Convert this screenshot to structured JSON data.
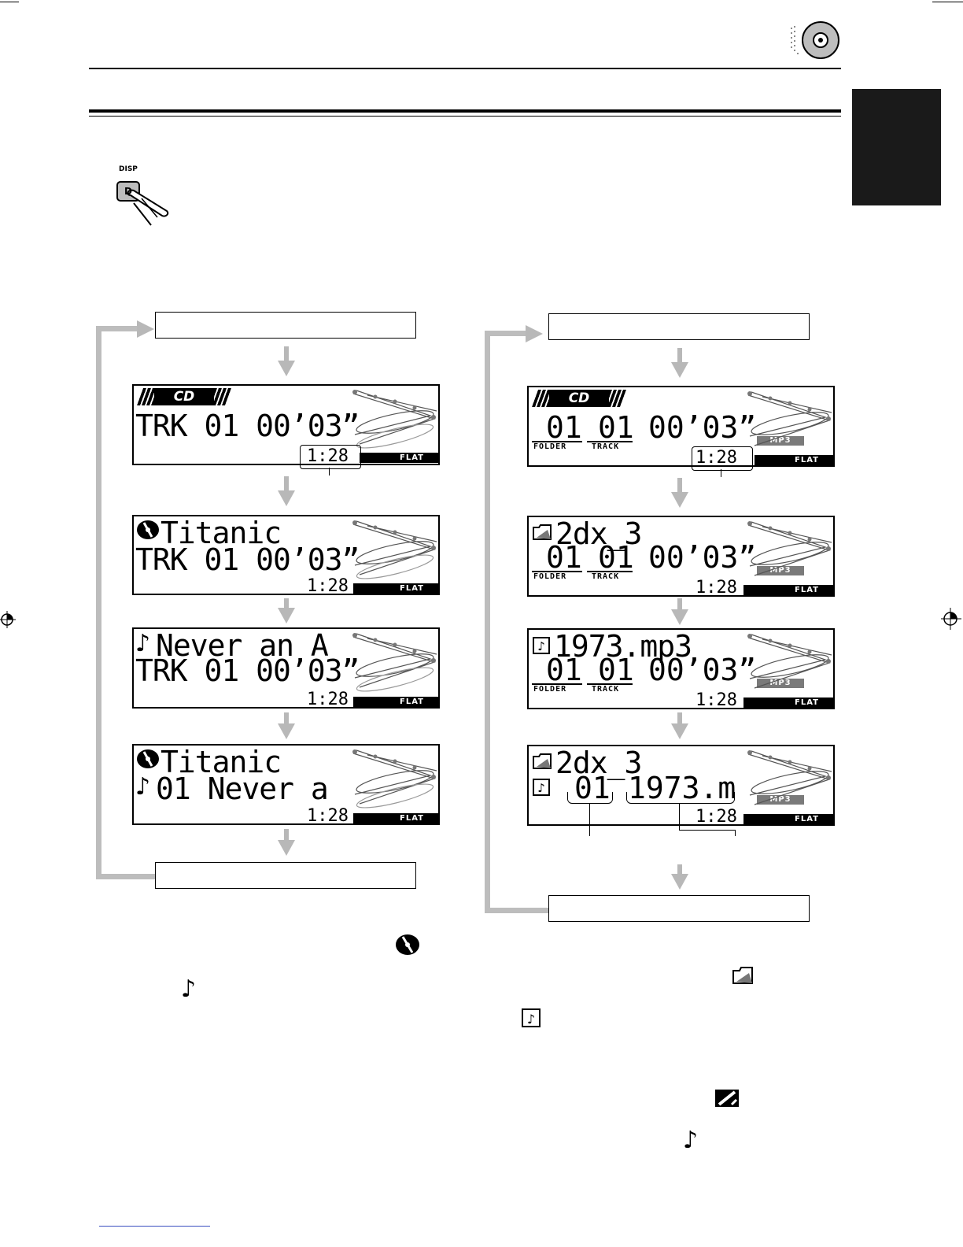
{
  "page": {
    "disp_button_label": "DISP",
    "disp_key": "D"
  },
  "cd_flow": {
    "display1": {
      "logo": "CD",
      "line1": "TRK 01 00’03”",
      "time": "1:28",
      "eq": "FLAT"
    },
    "display2": {
      "line1": "Titanic",
      "line2": "TRK 01 00’03”",
      "time": "1:28",
      "eq": "FLAT"
    },
    "display3": {
      "line1": "Never an A",
      "line2": "TRK 01 00’03”",
      "time": "1:28",
      "eq": "FLAT"
    },
    "display4": {
      "line1": "Titanic",
      "line2": "01 Never a",
      "time": "1:28",
      "eq": "FLAT"
    }
  },
  "mp3_flow": {
    "display1": {
      "logo": "CD",
      "folder_no": "01",
      "track_no": "01",
      "elapsed": "00’03”",
      "folder_label": "FOLDER",
      "track_label": "TRACK",
      "format": "MP3",
      "time": "1:28",
      "eq": "FLAT"
    },
    "display2": {
      "line1": "2dx_3",
      "folder_no": "01",
      "track_no": "01",
      "elapsed": "00’03”",
      "folder_label": "FOLDER",
      "track_label": "TRACK",
      "format": "MP3",
      "time": "1:28",
      "eq": "FLAT"
    },
    "display3": {
      "line1": "1973.mp3",
      "folder_no": "01",
      "track_no": "01",
      "elapsed": "00’03”",
      "folder_label": "FOLDER",
      "track_label": "TRACK",
      "format": "MP3",
      "time": "1:28",
      "eq": "FLAT"
    },
    "display4": {
      "line1": "2dx_3",
      "track_no": "01",
      "file": "1973.m",
      "format": "MP3",
      "time": "1:28",
      "eq": "FLAT"
    }
  },
  "colors": {
    "arrow": "#b8b8b8",
    "side_tab": "#1a1a1a"
  }
}
